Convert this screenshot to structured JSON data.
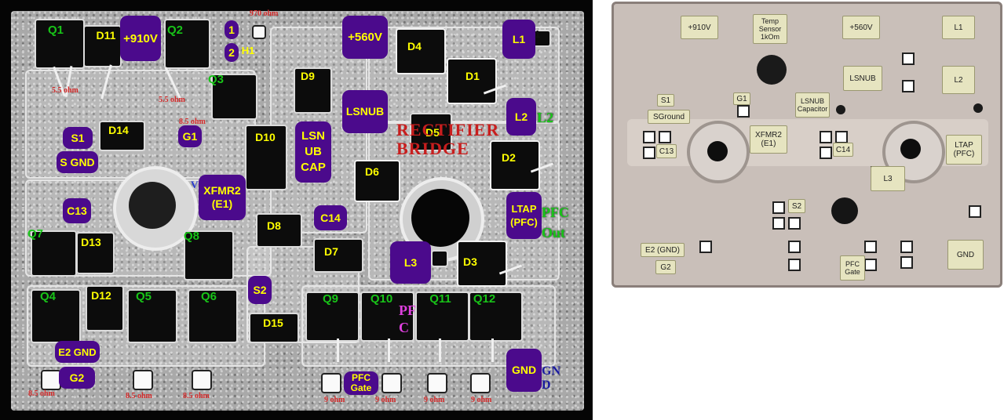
{
  "left_board": {
    "pad_labels": [
      "+910V",
      "+560V",
      "LSNUB",
      "LSN UB CAP",
      "XFMR2 (E1)",
      "LTAP (PFC)",
      "L1",
      "L2",
      "L3",
      "S1",
      "S GND",
      "G1",
      "C13",
      "C14",
      "S2",
      "E2 GND",
      "G2",
      "PFC Gate",
      "GND",
      "1",
      "2"
    ],
    "component_labels": [
      "Q1",
      "Q2",
      "Q3",
      "Q4",
      "Q5",
      "Q6",
      "Q7",
      "Q8",
      "Q9",
      "Q10",
      "Q11",
      "Q12",
      "D1",
      "D2",
      "D3",
      "D4",
      "D5",
      "D6",
      "D7",
      "D8",
      "D9",
      "D10",
      "D11",
      "D12",
      "D13",
      "D14",
      "D15",
      "H1"
    ],
    "green_labels": [
      "Q1",
      "Q2",
      "Q3",
      "Q4",
      "Q5",
      "Q6",
      "Q7",
      "Q8",
      "Q9",
      "Q10",
      "Q11",
      "Q12",
      "L2",
      "PFC Out"
    ],
    "resistor_notes": [
      "970 ohm",
      "5.5 ohm",
      "5.5 ohm",
      "8.5 ohm",
      "8.5 ohm",
      "8.5 ohm",
      "8.5 ohm",
      "9 ohm",
      "9 ohm",
      "9 ohm",
      "9 ohm"
    ],
    "rectifier_bridge": "RECTIFIER BRIDGE",
    "pfc_magenta": "PF C",
    "gnd_blue": "GN D",
    "pad_1": "1",
    "pad_v": "V"
  },
  "right_board": {
    "labels": [
      "+910V",
      "Temp Sensor 1kOm",
      "+560V",
      "L1",
      "LSNUB",
      "L2",
      "S1",
      "G1",
      "LSNUB Capacitor",
      "SGround",
      "XFMR2 (E1)",
      "C13",
      "C14",
      "LTAP (PFC)",
      "L3",
      "S2",
      "E2 (GND)",
      "G2",
      "PFC Gate",
      "GND"
    ]
  },
  "colors": {
    "pad_purple": "#4b0a8c",
    "pad_text": "#ffff00",
    "component_label_green": "#18c418",
    "annotation_red": "#d42a2a",
    "tag_fill": "#e6e4c0"
  }
}
